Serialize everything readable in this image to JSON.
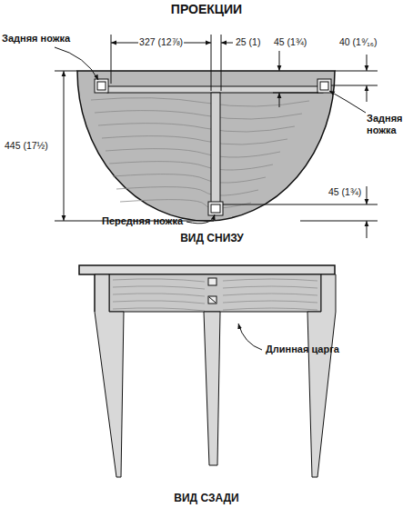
{
  "diagram": {
    "title": "ПРОЕКЦИИ",
    "labels": [
      "Задняя ножка",
      "327 (12⅞)",
      "25 (1)",
      "45 (1¾)",
      "40 (1⁹⁄₁₆)",
      "445 (17½)",
      "Задняя ножка",
      "45 (1¾)",
      "Передняя ножка",
      "ВИД СНИЗУ",
      "Длинная царга",
      "ВИД СЗАДИ"
    ]
  }
}
